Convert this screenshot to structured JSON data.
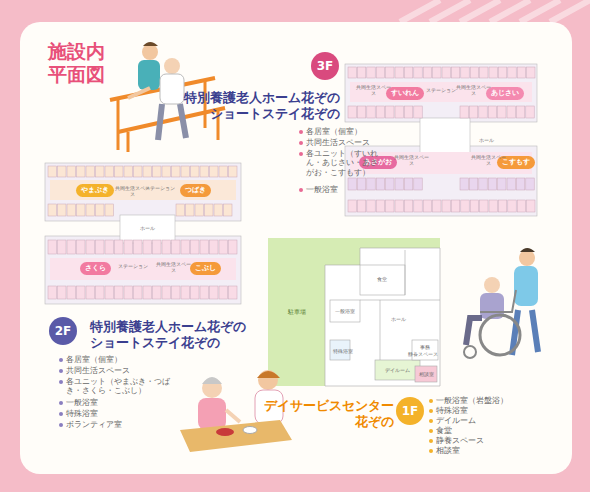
{
  "diagram": {
    "title": "施設内 平面図",
    "nodes": [
      {
        "text": [
          "3F"
        ]
      },
      {
        "text": [
          "すいれん"
        ]
      },
      {
        "text": [
          "あじさい"
        ]
      },
      {
        "text": [
          "あさがお"
        ]
      },
      {
        "text": [
          "こすもす"
        ]
      },
      {
        "text": [
          "2F"
        ]
      },
      {
        "text": [
          "やまぶき"
        ]
      },
      {
        "text": [
          "つばき"
        ]
      },
      {
        "text": [
          "さくら"
        ]
      },
      {
        "text": [
          "こぶし"
        ]
      },
      {
        "text": [
          "1F"
        ]
      }
    ],
    "labels": [
      "特別養護老人ホーム花ぞの ショートステイ花ぞの",
      "各居室（個室）",
      "共同生活スペース",
      "各ユニット（すいれん・あじさい・あさがお・こすもす）",
      "一般浴室",
      "特別養護老人ホーム花ぞの ショートステイ花ぞの",
      "各居室（個室）",
      "共同生活スペース",
      "各ユニット（やまぶき・つばき・さくら・こぶし）",
      "一般浴室",
      "特殊浴室",
      "ボランティア室",
      "デイサービスセンター 花ぞの",
      "一般浴室（岩盤浴）",
      "特殊浴室",
      "デイルーム",
      "食堂",
      "静養スペース",
      "相談室",
      "共同生活スペース",
      "共同生活スペース",
      "共同生活スペース",
      "共同生活スペース",
      "ホール",
      "ステーション",
      "共同生活スペース",
      "共同生活スペース",
      "ステーション",
      "ステーション",
      "ホール",
      "駐車場",
      "食堂",
      "ホール",
      "デイルーム",
      "相談室",
      "一般浴室",
      "特殊浴室",
      "事務",
      "静養スペース"
    ]
  }
}
